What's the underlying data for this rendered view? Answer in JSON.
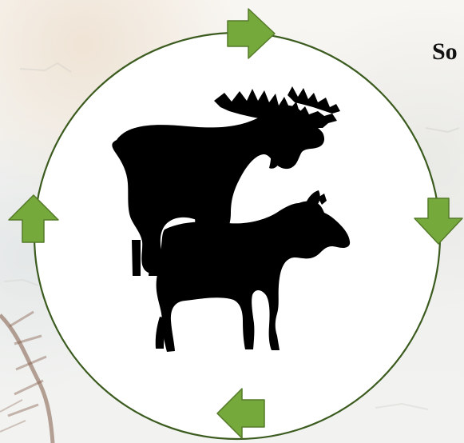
{
  "cropped_heading_text": "So",
  "colors": {
    "cycle_ring": "#3b5b1f",
    "arrow_fill": "#76a93b",
    "arrow_stroke": "#557b2a",
    "silhouette": "#000000"
  },
  "icons": [
    "bull-moose-silhouette",
    "cow-moose-silhouette",
    "cycle-arrow-right",
    "cycle-arrow-down",
    "cycle-arrow-left",
    "cycle-arrow-up"
  ]
}
